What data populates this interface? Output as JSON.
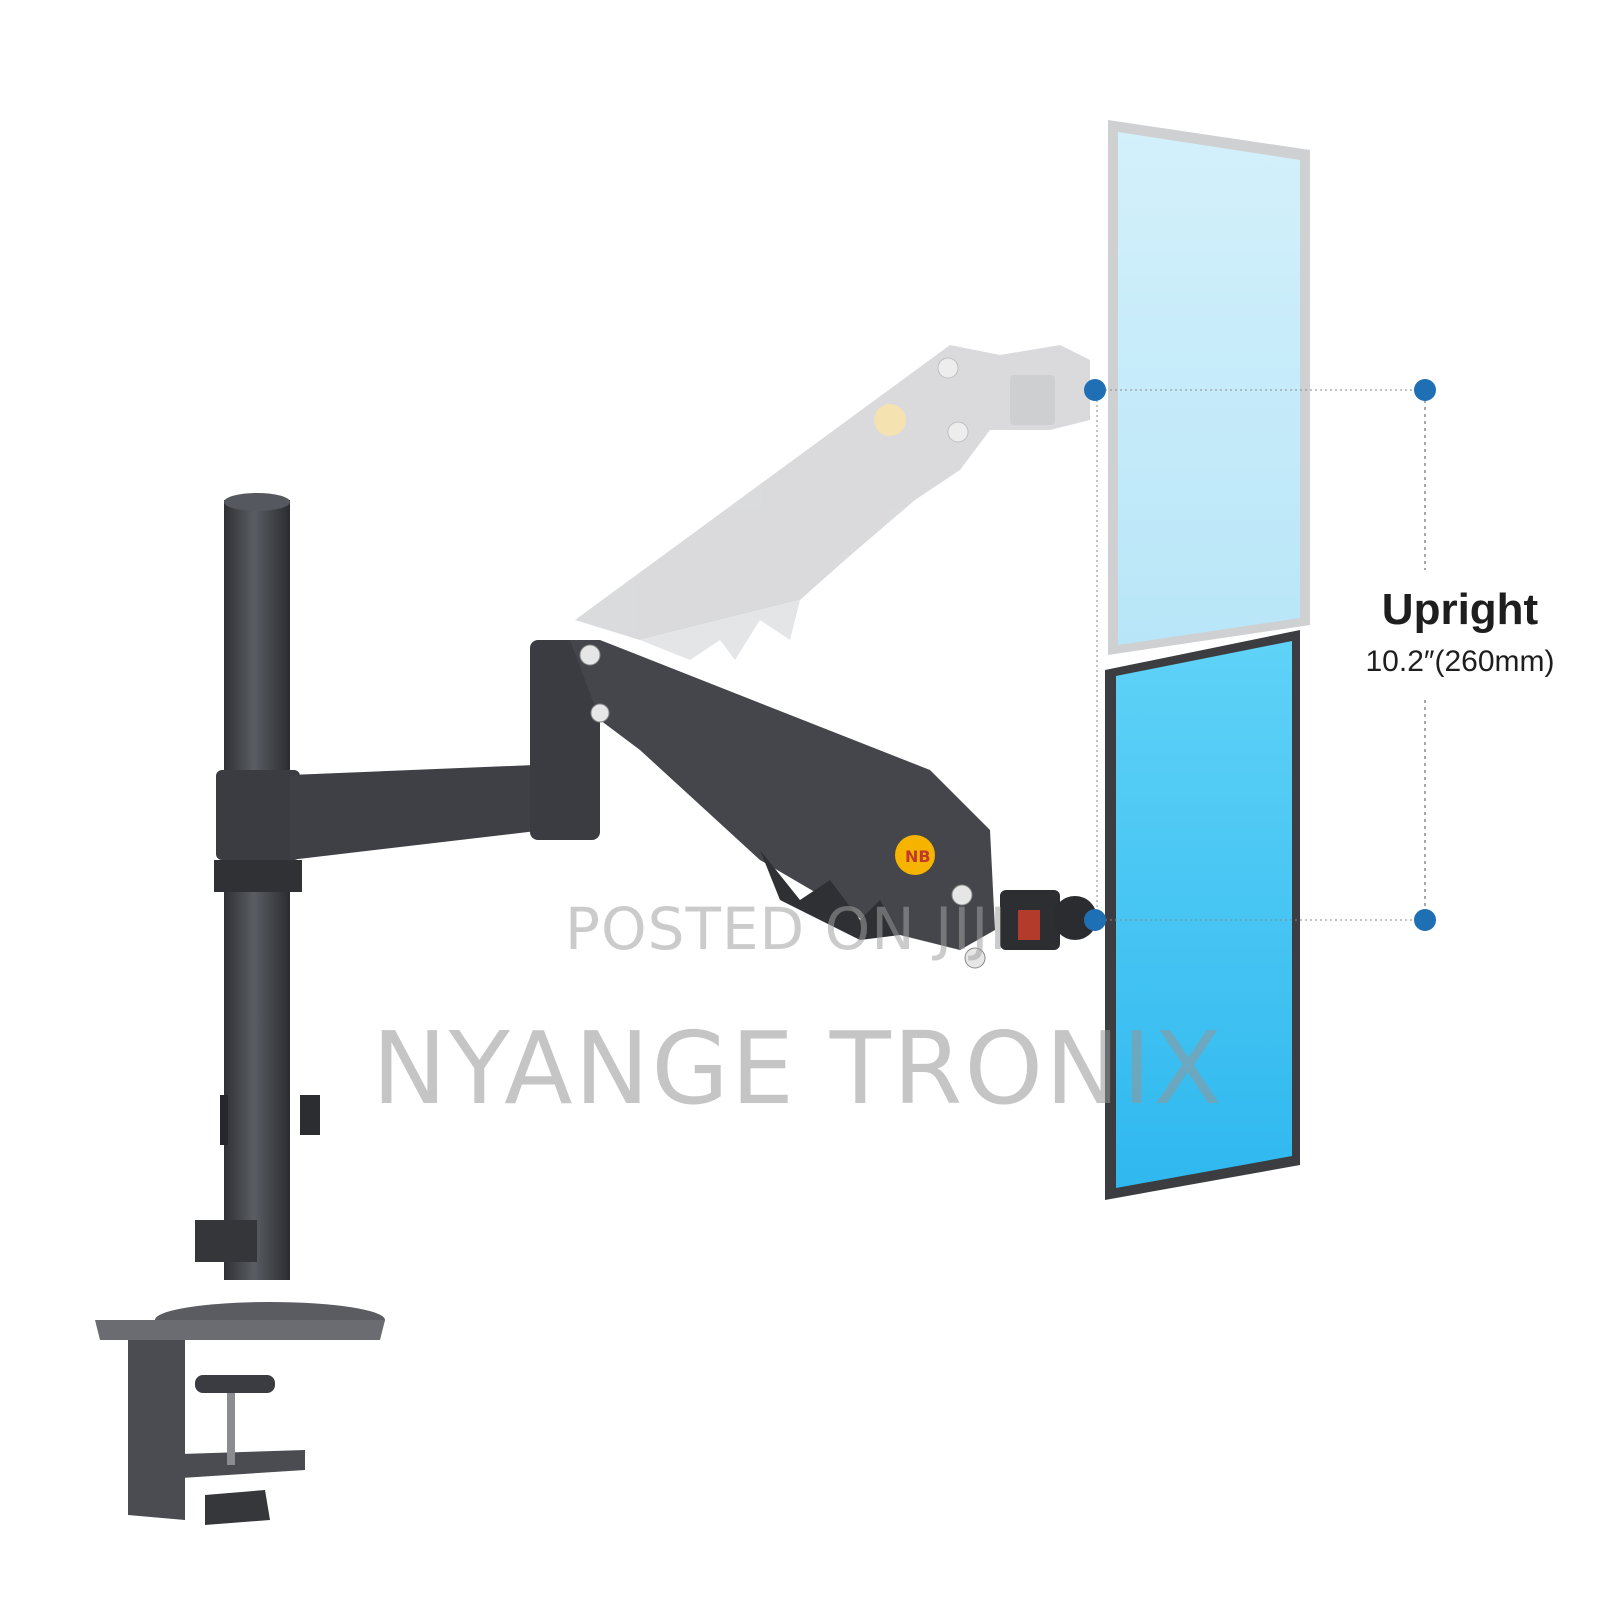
{
  "label": {
    "title": "Upright",
    "measure": "10.2″(260mm)"
  },
  "watermark": {
    "line1": "POSTED ON JIJI",
    "line2": "NYANGE TRONIX"
  },
  "logo": "NB",
  "colors": {
    "marker": "#1f6fb5",
    "screen_top": "#cfeefb",
    "screen_bottom": "#44c8f5",
    "arm": "#3d3f44",
    "arm_ghost": "#d4d5d7",
    "badge": "#f6b400"
  }
}
